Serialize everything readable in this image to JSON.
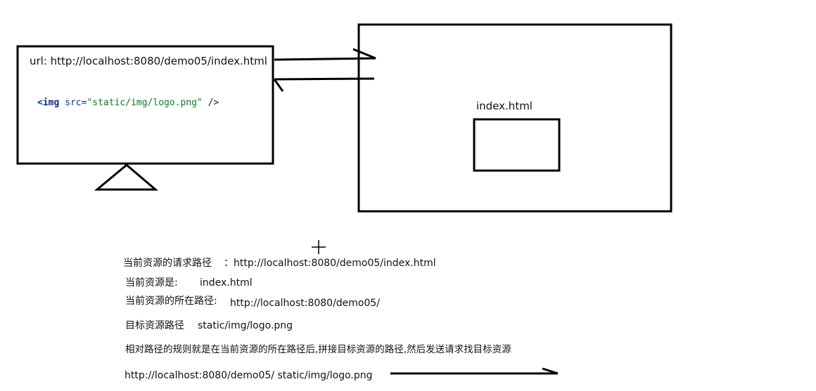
{
  "browser": {
    "url_text": "url: http://localhost:8080/demo05/index.html",
    "code": {
      "open": "<img",
      "attr": "src=",
      "value": "\"static/img/logo.png\"",
      "close": " />"
    }
  },
  "server": {
    "file_label": "index.html"
  },
  "notes": {
    "request_path_label": "当前资源的请求路径",
    "request_path_value": "：http://localhost:8080/demo05/index.html",
    "current_resource_label": "当前资源是:",
    "current_resource_value": "index.html",
    "current_dir_label": "当前资源的所在路径:",
    "current_dir_value": "http://localhost:8080/demo05/",
    "target_label": "目标资源路径",
    "target_value": "static/img/logo.png",
    "rule_text": "相对路径的规则就是在当前资源的所在路径后,拼接目标资源的路径,然后发送请求找目标资源",
    "result_url": "http://localhost:8080/demo05/ static/img/logo.png"
  }
}
